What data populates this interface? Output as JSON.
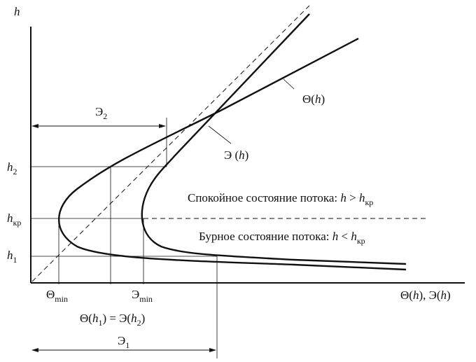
{
  "axes": {
    "y_label": "h",
    "x_label_part1": "Θ(",
    "x_label_h1": "h",
    "x_label_part2": "), Э(",
    "x_label_h2": "h",
    "x_label_part3": ")"
  },
  "y_ticks": {
    "h2_main": "h",
    "h2_sub": "2",
    "hkr_main": "h",
    "hkr_sub": "кр",
    "h1_main": "h",
    "h1_sub": "1"
  },
  "curves": {
    "theta_pre": "Θ(",
    "theta_h": "h",
    "theta_post": ")",
    "e_pre": "Э (",
    "e_h": "h",
    "e_post": ")"
  },
  "dimensions": {
    "e2_main": "Э",
    "e2_sub": "2",
    "e1_main": "Э",
    "e1_sub": "1"
  },
  "x_ticks": {
    "theta_min_main": "Θ",
    "theta_min_sub": "min",
    "e_min_main": "Э",
    "e_min_sub": "min"
  },
  "annotations": {
    "calm_text": "Спокойное состояние потока: ",
    "calm_h": "h",
    "calm_op": " > ",
    "calm_h2": "h",
    "calm_sub": "кр",
    "rapid_text": "Бурное состояние потока: ",
    "rapid_h": "h",
    "rapid_op": " < ",
    "rapid_h2": "h",
    "rapid_sub": "кр",
    "eq_a": "Θ(",
    "eq_h1": "h",
    "eq_s1": "1",
    "eq_b": ") = Э(",
    "eq_h2": "h",
    "eq_s2": "2",
    "eq_c": ")"
  }
}
